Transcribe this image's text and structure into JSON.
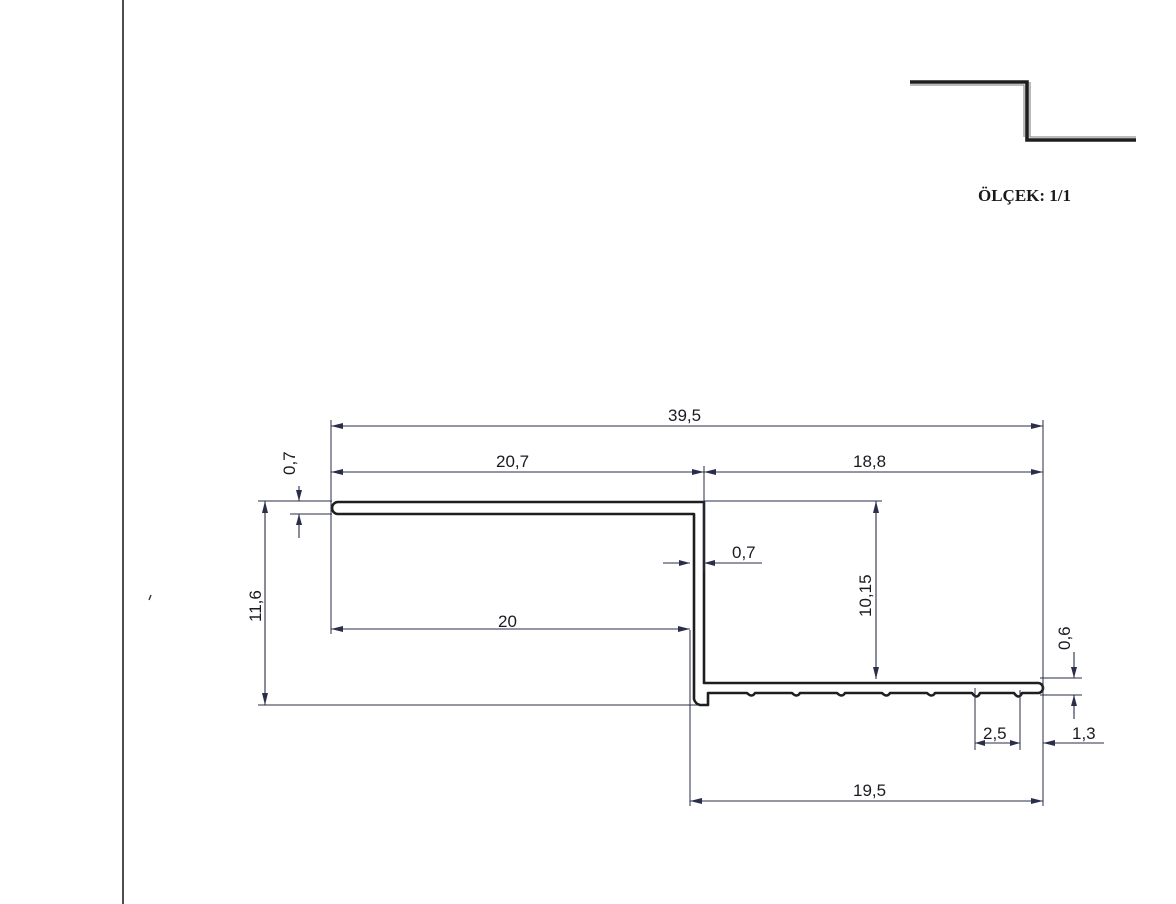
{
  "scale_label": "ÖLÇEK: 1/1",
  "dimensions": {
    "overall_width": "39,5",
    "top_left_width": "20,7",
    "top_right_width": "18,8",
    "top_thickness": "0,7",
    "web_thickness": "0,7",
    "inner_top_width": "20",
    "total_height": "11,6",
    "web_height": "10,15",
    "bottom_thickness": "0,6",
    "groove_pitch": "2,5",
    "end_offset": "1,3",
    "bottom_width": "19,5"
  },
  "colors": {
    "profile_line": "#1e1e1e",
    "dimension_line": "#2a2e4a",
    "frame_line": "#222222"
  }
}
